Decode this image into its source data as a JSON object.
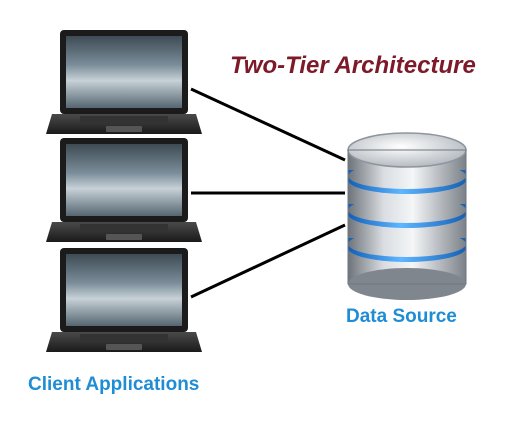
{
  "diagram": {
    "title": "Two-Tier Architecture",
    "client_label": "Client Applications",
    "server_label": "Data Source",
    "client_count": 3,
    "colors": {
      "title": "#7d1a2a",
      "labels": "#1f8dd6",
      "connector": "#000000",
      "db_ring": "#2f8de4"
    },
    "icons": {
      "client": "laptop-icon",
      "server": "database-icon"
    }
  }
}
